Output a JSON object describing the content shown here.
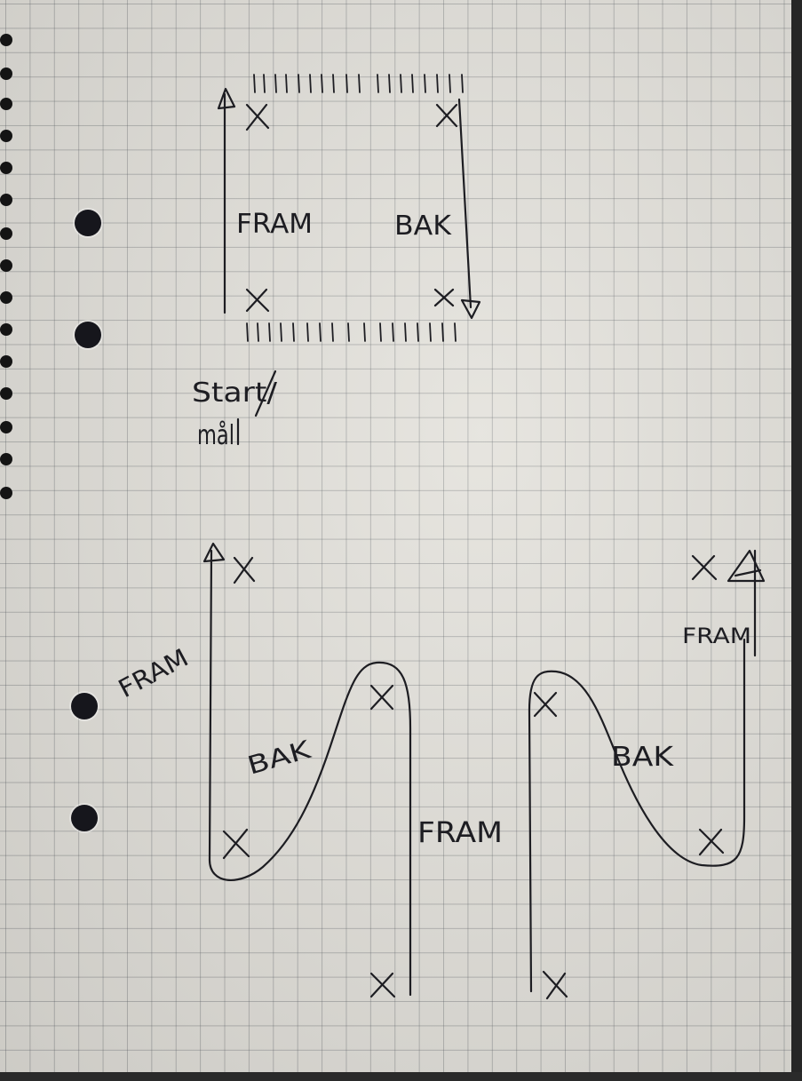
{
  "labels": {
    "top_fram": "FRAM",
    "top_bak": "BAK",
    "start": "Start/",
    "mal": "mål",
    "b_fram_left": "FRAM",
    "b_bak_left": "BAK",
    "b_fram_mid": "FRAM",
    "b_bak_right": "BAK",
    "b_fram_right": "FRAM"
  },
  "markers": {
    "x": "X"
  },
  "colors": {
    "paper": "#e4e2dc",
    "grid": "#6a6f74",
    "ink": "#1d1d22"
  }
}
